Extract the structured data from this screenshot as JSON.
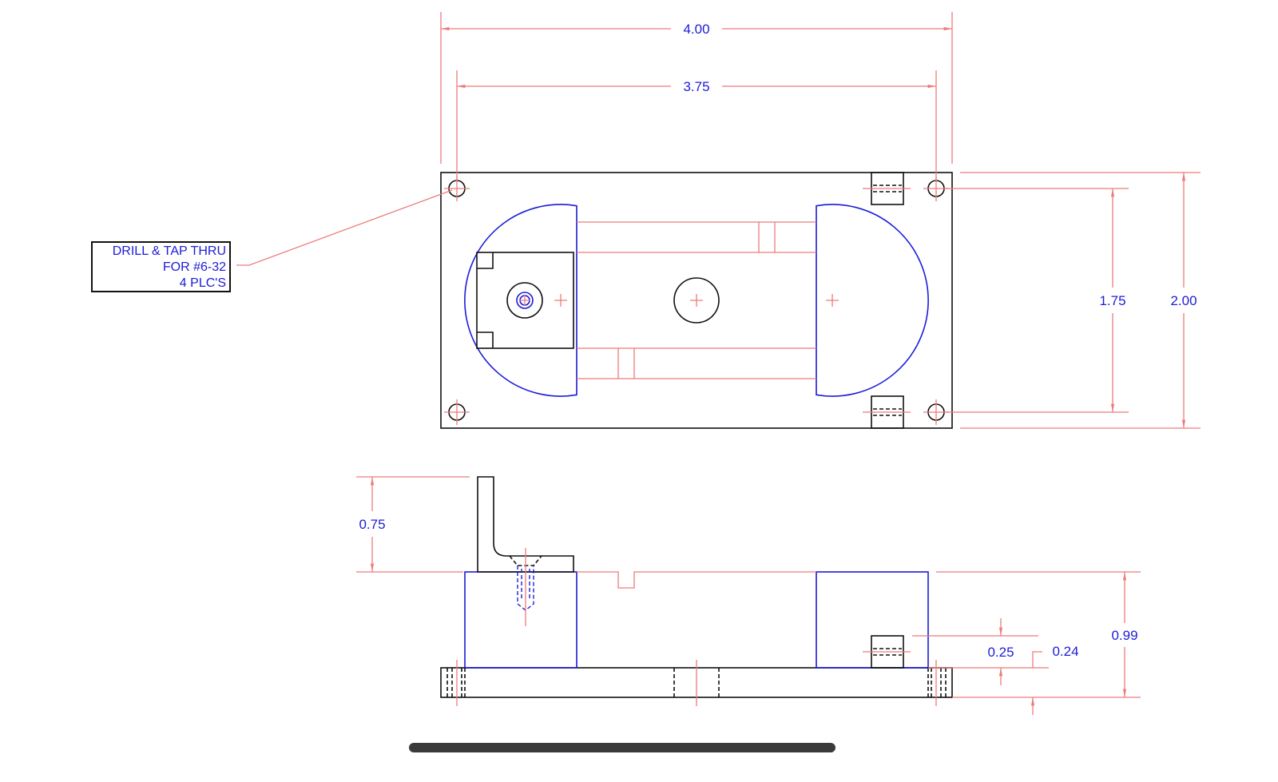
{
  "drawing": {
    "dimensions": {
      "overall_width": "4.00",
      "hole_spacing_x": "3.75",
      "hole_spacing_y": "1.75",
      "overall_depth": "2.00",
      "bracket_height": "0.75",
      "overall_height": "0.99",
      "base_thickness": "0.25",
      "small_offset": "0.24"
    },
    "note": {
      "line1": "DRILL & TAP THRU",
      "line2": "FOR #6-32",
      "line3": "4 PLC'S"
    },
    "colors": {
      "outline": "#111111",
      "blue_parts": "#1c1cd8",
      "dimension_lines": "#ee7b7b"
    }
  }
}
